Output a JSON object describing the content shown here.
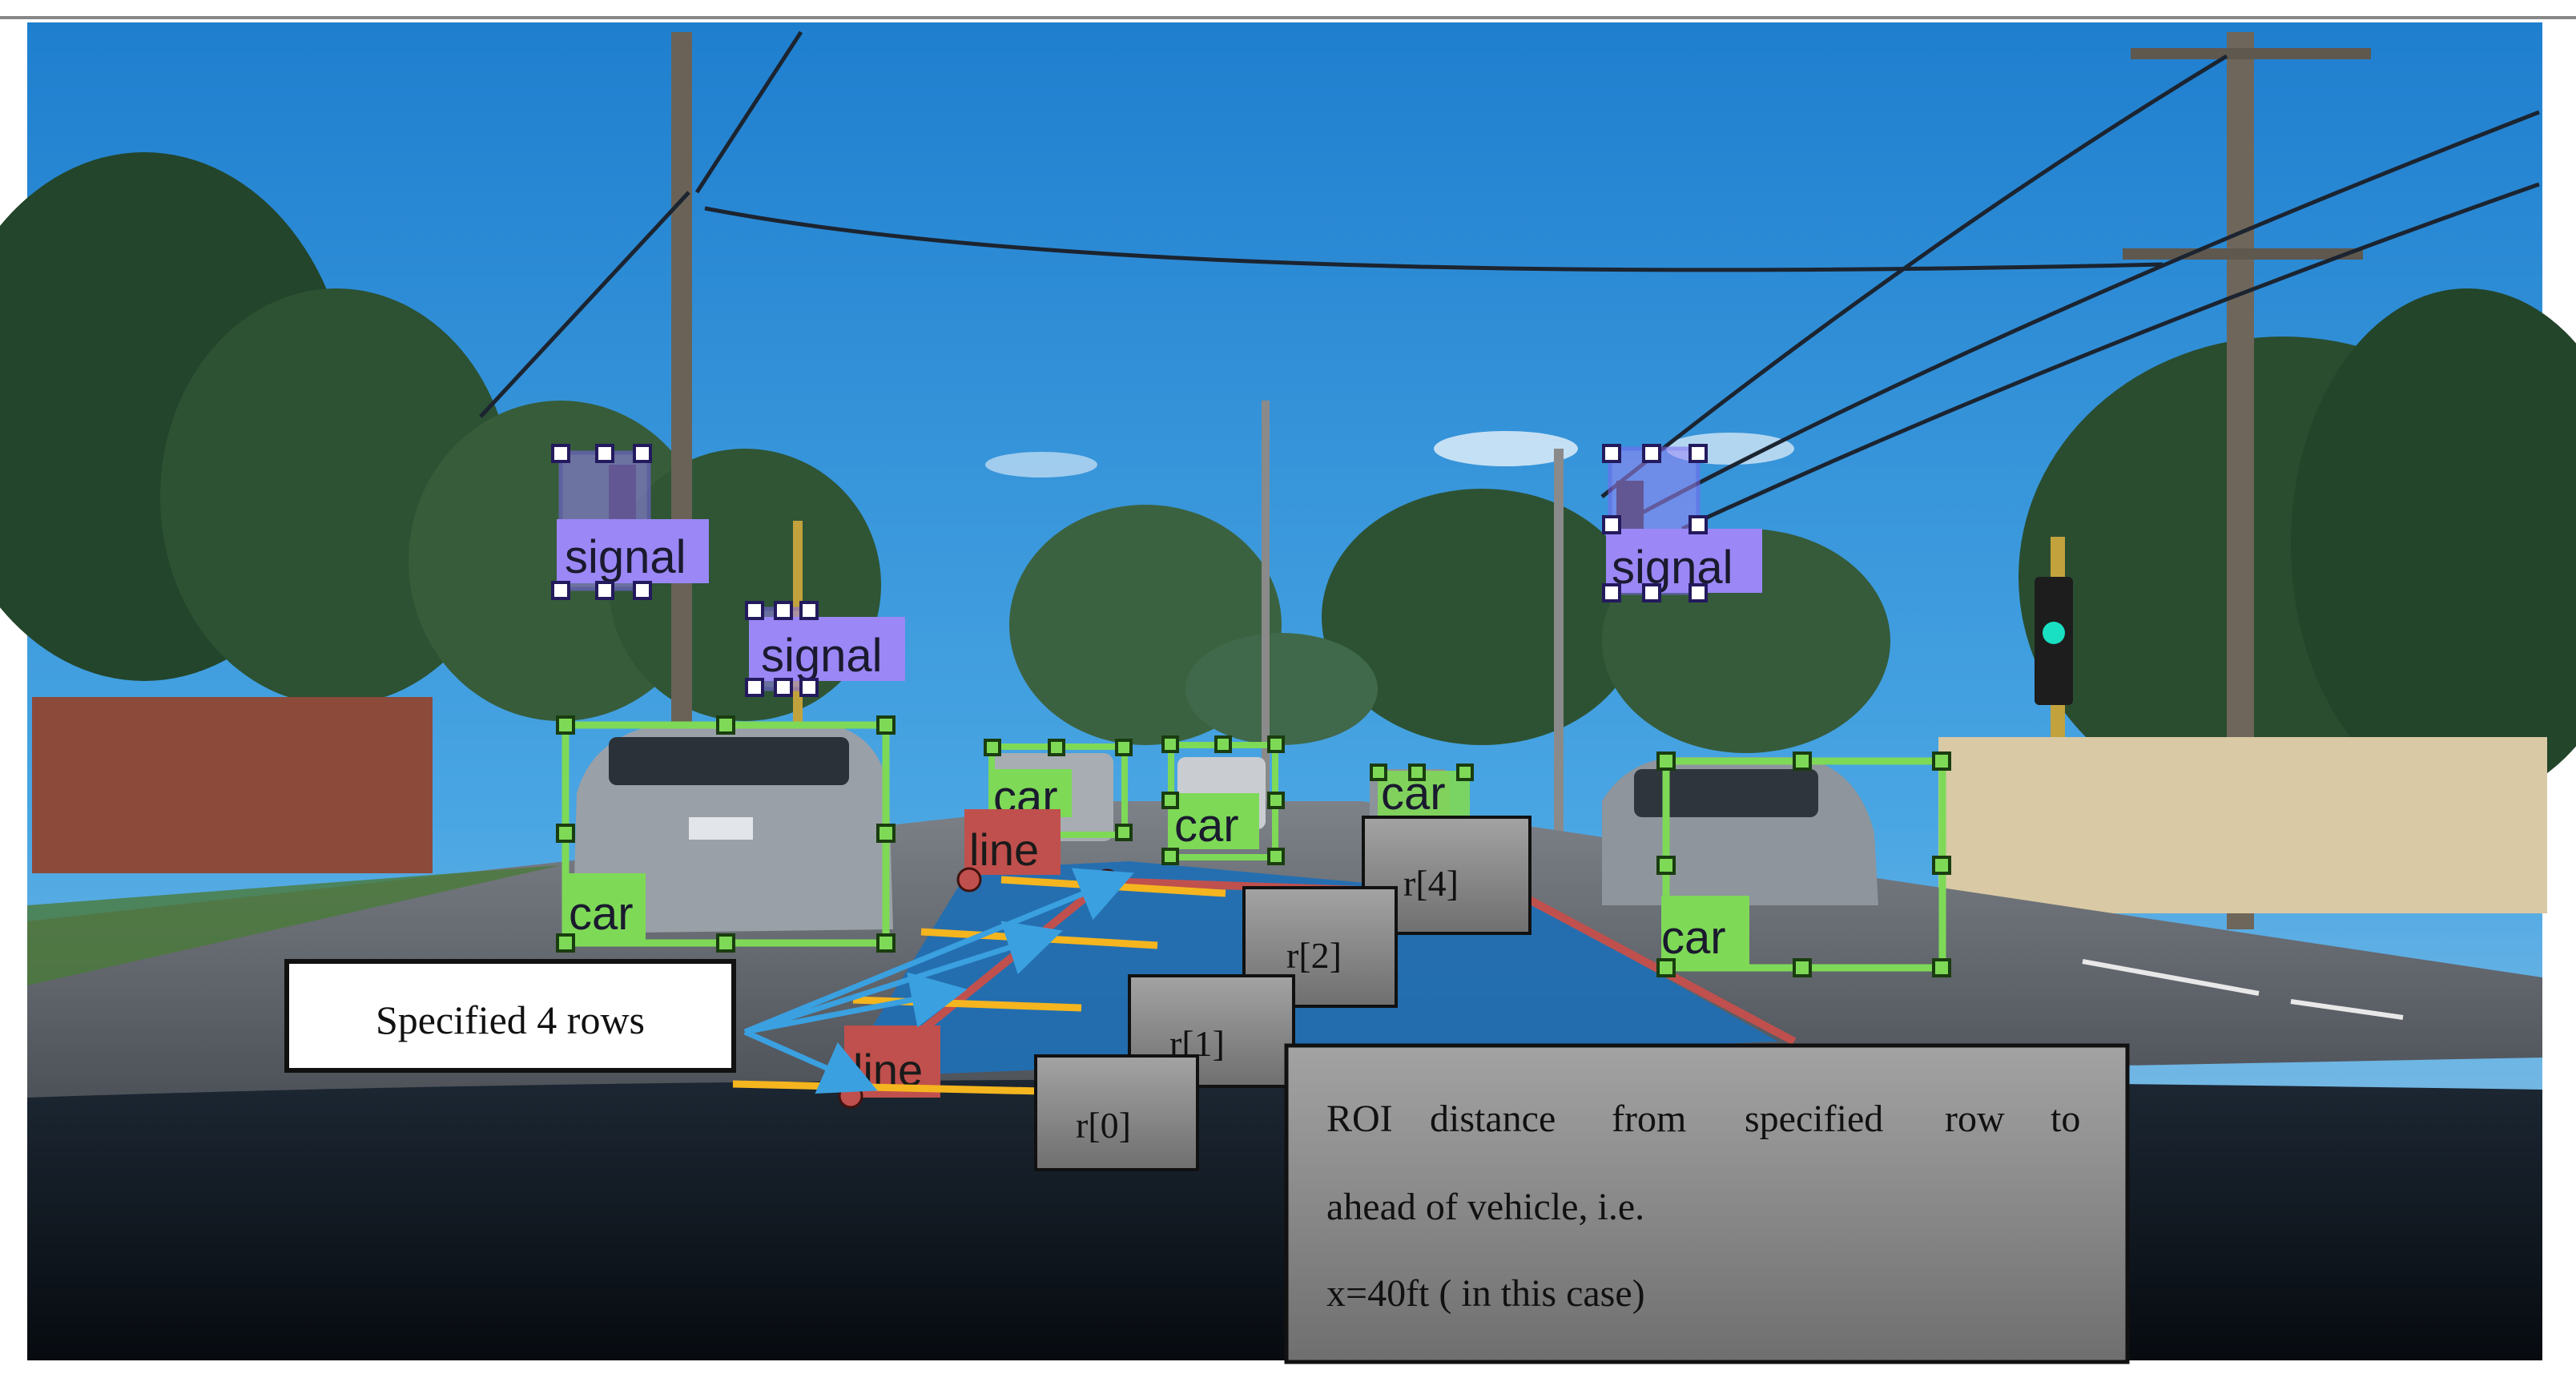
{
  "detections": {
    "signal_1": "signal",
    "signal_2": "signal",
    "signal_3": "signal",
    "car_1": "car",
    "car_2": "car",
    "car_3": "car",
    "car_4": "car",
    "line_1": "line",
    "line_2": "line"
  },
  "rows": {
    "r0": "r[0]",
    "r1": "r[1]",
    "r2": "r[2]",
    "r4": "r[4]"
  },
  "callout_rows": "Specified 4 rows",
  "roi": {
    "line1a": "ROI",
    "line1b": "distance",
    "line1c": "from",
    "line1d": "specified",
    "line1e": "row",
    "line1f": "to",
    "line2": "ahead of vehicle, i.e.",
    "line3": "x=40ft ( in this case)"
  },
  "colors": {
    "sky": "#2a8fd6",
    "signal_box": "#9b87f5",
    "car_box": "#7ed957",
    "line_label": "#c0504d",
    "roi_fill": "#1e6fb5",
    "row_marker": "#f5b51e",
    "arrow": "#3aa0e0",
    "gray_box": "#8a8a8a"
  }
}
